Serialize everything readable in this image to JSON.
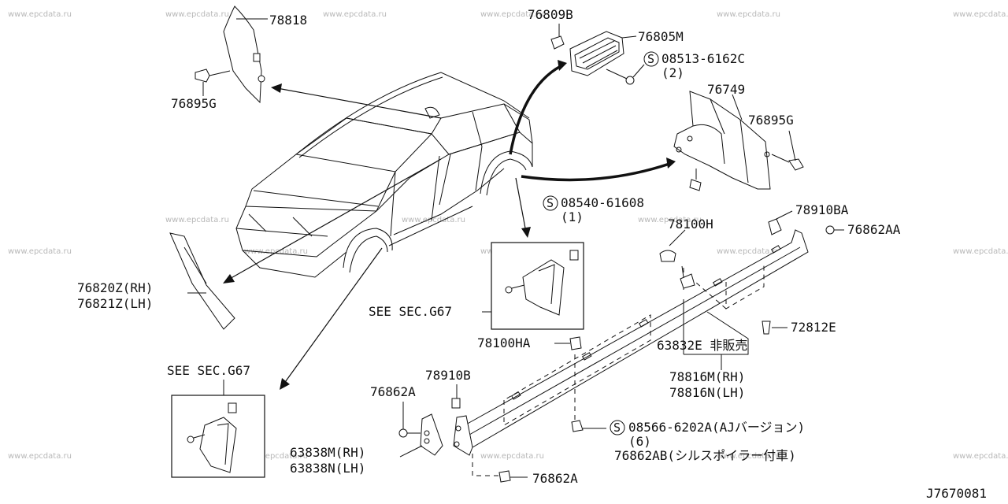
{
  "watermark": "www.epcdata.ru",
  "diagram_code": "J7670081",
  "labels": {
    "p78818": "78818",
    "p76895g_l": "76895G",
    "p76809b": "76809B",
    "p76805m": "76805M",
    "p08513": "08513-6162C",
    "p08513_qty": "(2)",
    "p76749": "76749",
    "p76895g_r": "76895G",
    "p08540": "08540-61608",
    "p08540_qty": "(1)",
    "p78910ba": "78910BA",
    "p76862aa": "76862AA",
    "p78100h": "78100H",
    "p76820z": "76820Z(RH)",
    "p76821z": "76821Z(LH)",
    "see_g67_right": "SEE SEC.G67",
    "p72812e": "72812E",
    "p78100ha": "78100HA",
    "p63832e": "63832E 非販売",
    "p78816m": "78816M(RH)",
    "p78816n": "78816N(LH)",
    "see_g67_left": "SEE SEC.G67",
    "p78910b": "78910B",
    "p76862a_top": "76862A",
    "p08566": "08566-6202A(AJバージョン)",
    "p08566_qty": "(6)",
    "p76862ab": "76862AB(シルスポイラー付車)",
    "p63838m": "63838M(RH)",
    "p63838n": "63838N(LH)",
    "p76862a_bot": "76862A",
    "screw_symbol": "S"
  }
}
